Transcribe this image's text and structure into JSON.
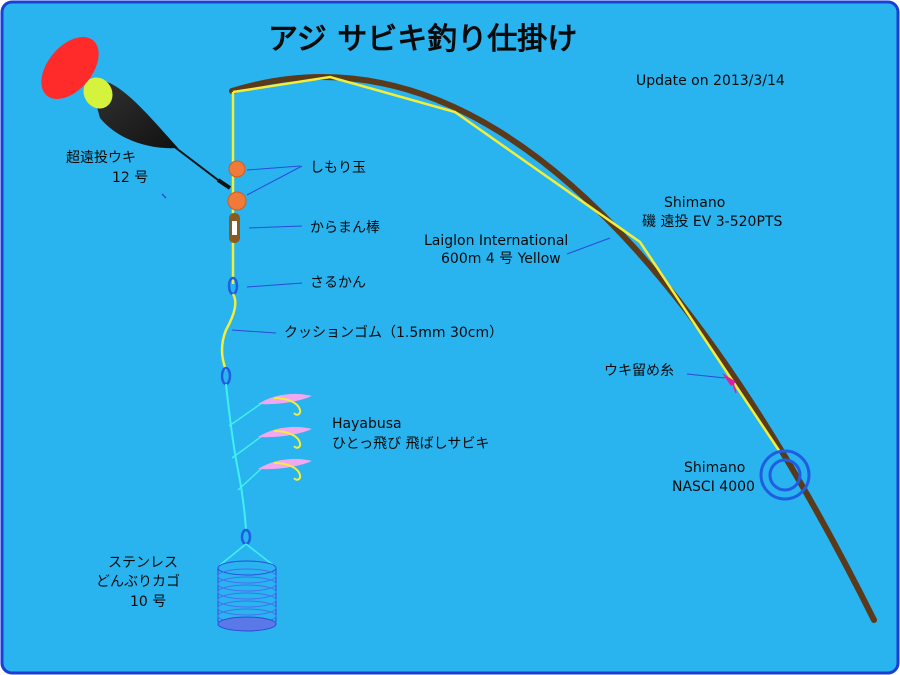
{
  "title": "アジ サビキ釣り仕掛け",
  "update": "Update on 2013/3/14",
  "float": {
    "line1": "超遠投ウキ",
    "line2": "12 号"
  },
  "shimori": "しもり玉",
  "karaman": "からまん棒",
  "sarukan": "さるかん",
  "cushion": "クッションゴム（1.5mm 30cm）",
  "sabiki": {
    "line1": "Hayabusa",
    "line2": "ひとっ飛び 飛ばしサビキ"
  },
  "basket": {
    "line1": "ステンレス",
    "line2": "どんぶりカゴ",
    "line3": "10 号"
  },
  "line": {
    "line1": "Laiglon International",
    "line2": "600m 4 号 Yellow"
  },
  "rod": {
    "line1": "Shimano",
    "line2": "磯 遠投 EV 3-520PTS"
  },
  "ukidome": "ウキ留め糸",
  "reel": {
    "line1": "Shimano",
    "line2": "NASCI 4000"
  },
  "colors": {
    "background": "#29b3ef",
    "border": "#1a3fd6",
    "rod": "#5a3a1a",
    "line": "#f2ee3a",
    "leader": "#3ef0f0",
    "pointer": "#2b4bd8",
    "bead": "#f07a3a",
    "swivel": "#1f5ee0",
    "reel": "#1f5ee0",
    "marker": "#e51aa0"
  }
}
